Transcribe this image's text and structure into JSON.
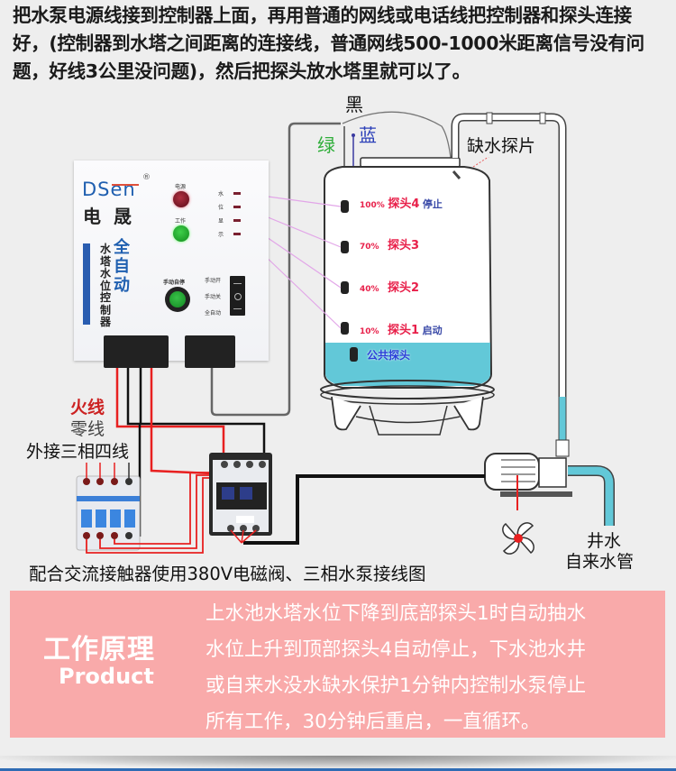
{
  "intro_text": "把水泵电源线接到控制器上面，再用普通的网线或电话线把控制器和探头连接好，(控制器到水塔之间距离的连接线，普通网线500-1000米距离信号没有问题，好线3公里没问题)，然后把探头放水塔里就可以了。",
  "wire_labels": {
    "black": "黑",
    "green": "绿",
    "blue": "蓝"
  },
  "controller": {
    "brand": "DSen",
    "brand_mark": "®",
    "brand_cn": "电晟",
    "product_name": "水塔水位控制器",
    "auto_label": "全自动",
    "power_label": "电源",
    "work_label": "工作",
    "indicator_labels": [
      "水",
      "位",
      "显",
      "示"
    ],
    "manual_reset_label": "手动自停",
    "switch_labels": [
      "手动开",
      "手动关",
      "全自动"
    ]
  },
  "tank": {
    "dry_probe_label": "缺水探片",
    "probes": [
      {
        "percent": "100%",
        "name": "探头4",
        "action": "停止"
      },
      {
        "percent": "70%",
        "name": "探头3",
        "action": ""
      },
      {
        "percent": "40%",
        "name": "探头2",
        "action": ""
      },
      {
        "percent": "10%",
        "name": "探头1",
        "action": "启动"
      }
    ],
    "common_probe_label": "公共探头"
  },
  "power_labels": {
    "live": "火线",
    "neutral": "零线",
    "three_phase": "外接三相四线"
  },
  "pump_labels": {
    "well": "井水",
    "tap": "自来水管"
  },
  "caption": "配合交流接触器使用380V电磁阀、三相水泵接线图",
  "principle": {
    "title": "工作原理",
    "subtitle": "Product",
    "lines": [
      "上水池水塔水位下降到底部探头1时自动抽水",
      "水位上升到顶部探头4自动停止，下水池水井",
      "或自来水没水缺水保护1分钟内控制水泵停止",
      "所有工作，30分钟后重启，一直循环。"
    ]
  },
  "colors": {
    "background": "#eeeeee",
    "principle_bg": "#f9aaaa",
    "probe_red": "#e8204a",
    "probe_blue": "#3a4aa8",
    "live_red": "#e82020",
    "water_cyan": "#62c8d8",
    "accent_blue": "#2f6cb4"
  }
}
